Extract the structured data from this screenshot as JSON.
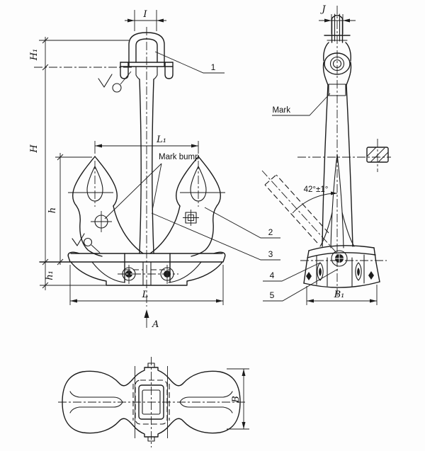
{
  "labels": {
    "I": "I",
    "H1": "H₁",
    "H": "H",
    "h": "h",
    "h1": "h₁",
    "L1": "L₁",
    "L": "L",
    "A": "A",
    "J": "J",
    "B1": "B₁",
    "B": "B",
    "angle": "42°±1°",
    "mark_bump": "Mark bump",
    "mark": "Mark",
    "part1": "1",
    "part2": "2",
    "part3": "3",
    "part4": "4",
    "part5": "5"
  },
  "colors": {
    "line": "#1c1c1c",
    "background": "#fdfdfd"
  }
}
